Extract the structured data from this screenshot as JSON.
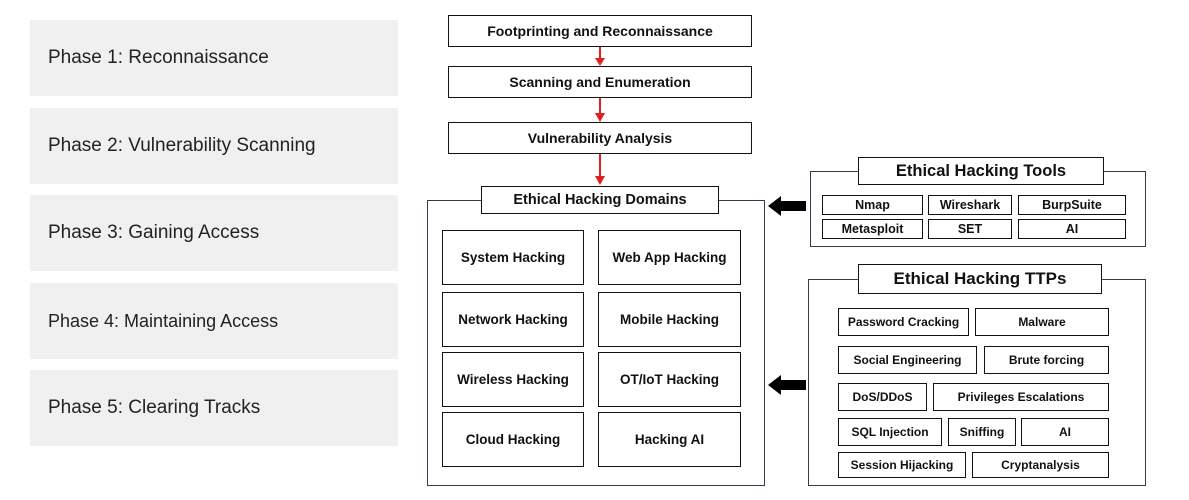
{
  "phases": [
    "Phase 1: Reconnaissance",
    "Phase 2:  Vulnerability Scanning",
    "Phase 3: Gaining Access",
    "Phase 4: Maintaining Access",
    "Phase 5: Clearing Tracks"
  ],
  "flow": [
    "Footprinting and Reconnaissance",
    "Scanning and Enumeration",
    "Vulnerability Analysis"
  ],
  "domains": {
    "title": "Ethical Hacking Domains",
    "items": [
      "System Hacking",
      "Web App Hacking",
      "Network Hacking",
      "Mobile Hacking",
      "Wireless Hacking",
      "OT/IoT Hacking",
      "Cloud Hacking",
      "Hacking AI"
    ]
  },
  "tools": {
    "title": "Ethical Hacking Tools",
    "items": [
      "Nmap",
      "Wireshark",
      "BurpSuite",
      "Metasploit",
      "SET",
      "AI"
    ]
  },
  "ttps": {
    "title": "Ethical Hacking TTPs",
    "items": [
      "Password Cracking",
      "Malware",
      "Social Engineering",
      "Brute forcing",
      "DoS/DDoS",
      "Privileges Escalations",
      "SQL Injection",
      "Sniffing",
      "AI",
      "Session Hijacking",
      "Cryptanalysis"
    ]
  },
  "colors": {
    "flow_arrow": "#e02020",
    "block_arrow": "#000000",
    "phase_bg": "#f0f0f0"
  }
}
